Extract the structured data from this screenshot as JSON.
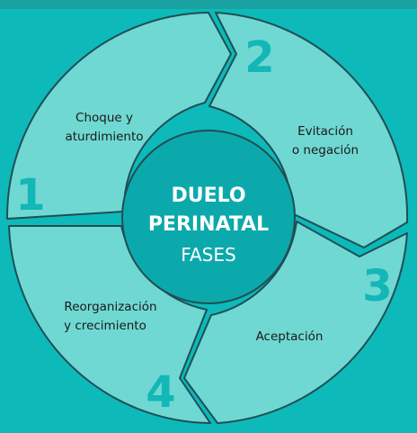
{
  "title": {
    "line1": "DUELO",
    "line2": "PERINATAL",
    "line3": "FASES"
  },
  "phases": [
    {
      "number": "1",
      "label_lines": [
        "Choque y",
        "aturdimiento"
      ]
    },
    {
      "number": "2",
      "label_lines": [
        "Evitación",
        "o negación"
      ]
    },
    {
      "number": "3",
      "label_lines": [
        "Aceptación"
      ]
    },
    {
      "number": "4",
      "label_lines": [
        "Reorganización",
        "y crecimiento"
      ]
    }
  ],
  "colors": {
    "background": "#0db9b9",
    "top_bar": "#1aa1a2",
    "segment_fill": "#6fd8d2",
    "segment_stroke": "#1f4f55",
    "center_fill": "#0ca9ac",
    "number_color": "#12b7b6"
  }
}
